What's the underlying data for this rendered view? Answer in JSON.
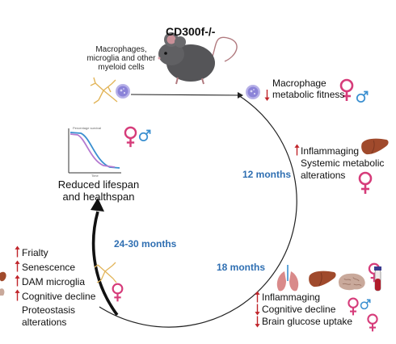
{
  "title": "CD300f-/-",
  "cells_label": [
    "Macrophages,",
    "microglia and other",
    "myeloid cells"
  ],
  "macrophage": [
    "Macrophage",
    "metabolic fitness"
  ],
  "month12": {
    "label": "12 months",
    "items": [
      "Inflammaging",
      "Systemic metabolic",
      "alterations"
    ]
  },
  "month18": {
    "label": "18 months",
    "items": [
      "Inflammaging",
      "Cognitive decline",
      "Brain glucose uptake"
    ]
  },
  "month2430": {
    "label": "24-30 months",
    "items": [
      "Frialty",
      "Senescence",
      "DAM microglia",
      "Cognitive decline",
      "Proteostasis",
      "alterations"
    ]
  },
  "lifespan": [
    "Reduced lifespan",
    "and healthspan"
  ],
  "survival_plot": {
    "ylabel": "Percentage survival",
    "xlabel": "Time"
  },
  "colors": {
    "female": "#d63c7a",
    "male": "#3a8fd0",
    "arrow_red": "#c0242a",
    "accent_blue": "#2f6fb2"
  },
  "icons": [
    "mouse-icon",
    "microglia-icon",
    "macrophage-icon",
    "female-icon",
    "male-icon",
    "liver-icon",
    "lung-icon",
    "brain-icon",
    "blood-tube-icon",
    "up-arrow-icon",
    "down-arrow-icon"
  ]
}
